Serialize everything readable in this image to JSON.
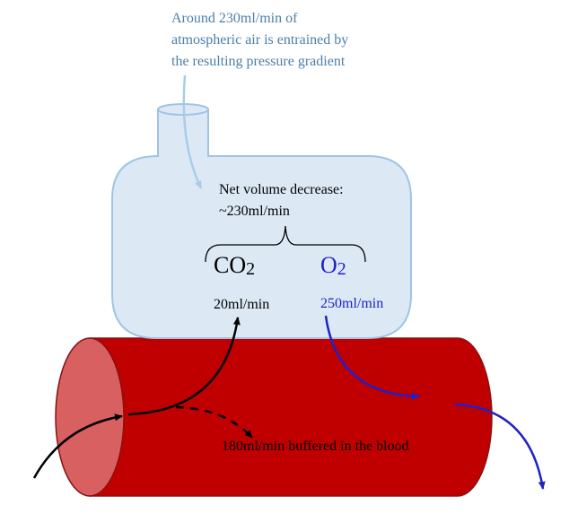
{
  "annotation": {
    "lines": [
      "Around 230ml/min of",
      "atmospheric air is entrained by",
      "the resulting pressure gradient"
    ]
  },
  "container": {
    "label_lines": [
      "Net volume decrease:",
      "~230ml/min"
    ]
  },
  "gases": {
    "co2": {
      "symbol": "CO",
      "subscript": "2",
      "rate": "20ml/min"
    },
    "o2": {
      "symbol": "O",
      "subscript": "2",
      "rate": "250ml/min"
    }
  },
  "blood": {
    "buffered_label": "180ml/min buffered in the blood"
  },
  "colors": {
    "annotation_text": "#4a7fa8",
    "annotation_arrow": "#a9cde8",
    "container_fill": "#dce9f5",
    "container_stroke": "#9fc4e4",
    "o2": "#2020c8",
    "co2": "#000000",
    "vessel_body": "#c00000",
    "vessel_end": "#d96060",
    "vessel_edge": "#8a1010"
  }
}
